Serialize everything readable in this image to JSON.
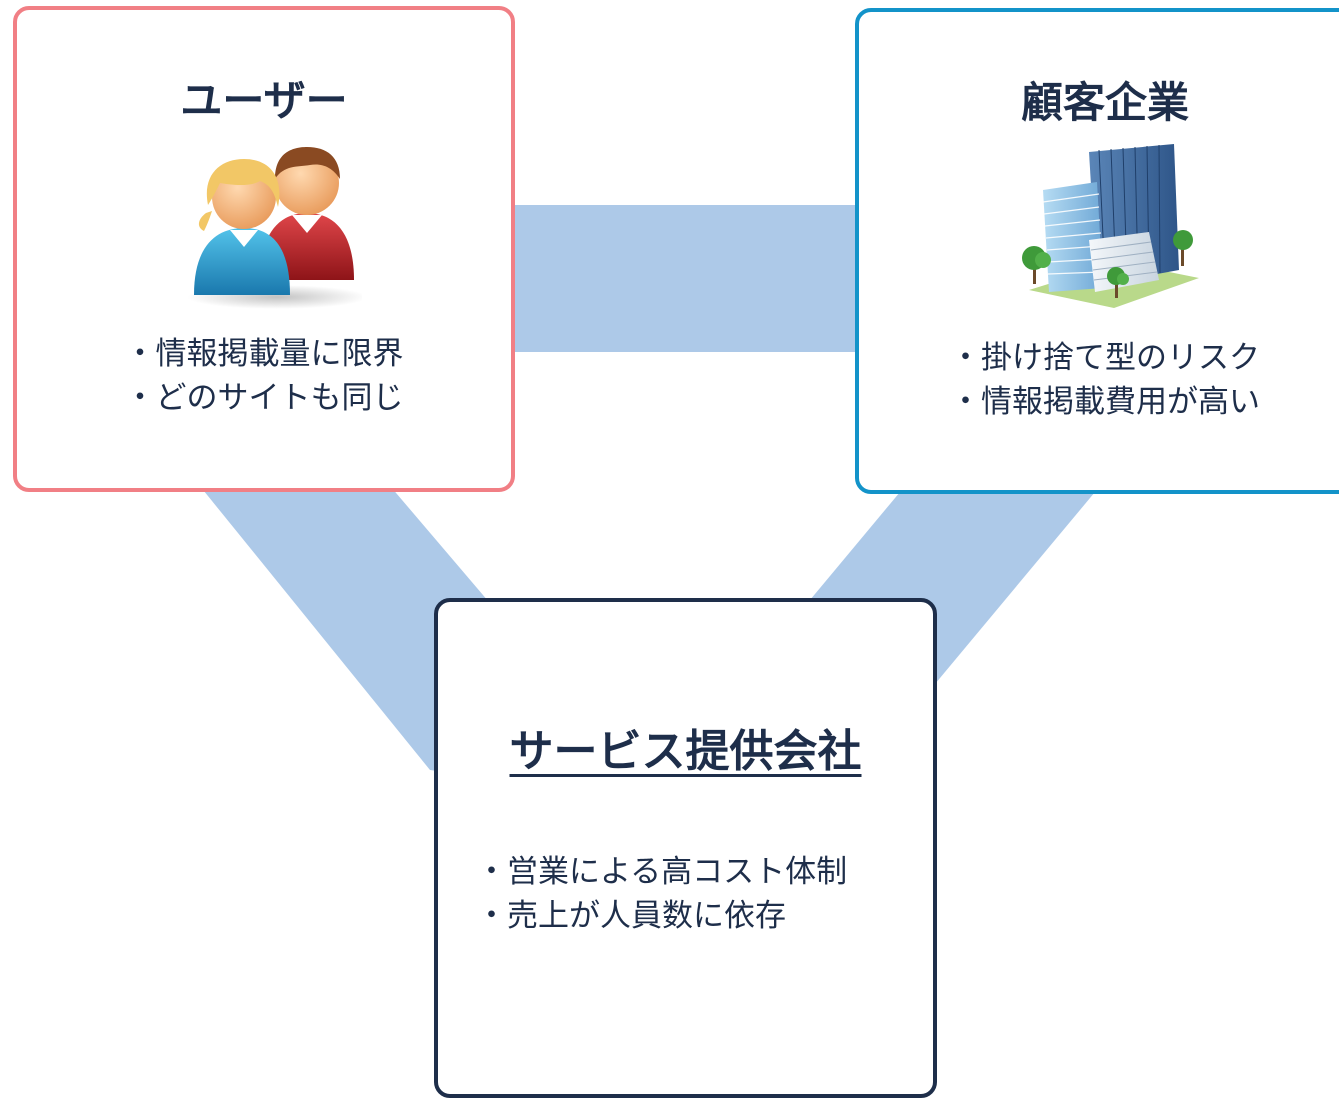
{
  "nodes": {
    "user": {
      "title": "ユーザー",
      "icon": "users-icon",
      "accent": "#f17f85",
      "points": [
        "・情報掲載量に限界",
        "・どのサイトも同じ"
      ]
    },
    "client": {
      "title": "顧客企業",
      "icon": "office-building-icon",
      "accent": "#1393c9",
      "points": [
        "・掛け捨て型のリスク",
        "・情報掲載費用が高い"
      ]
    },
    "service": {
      "title": "サービス提供会社",
      "accent": "#1e2e4a",
      "points": [
        "・営業による高コスト体制",
        "・売上が人員数に依存"
      ]
    }
  },
  "connector_color": "#adc9e8"
}
